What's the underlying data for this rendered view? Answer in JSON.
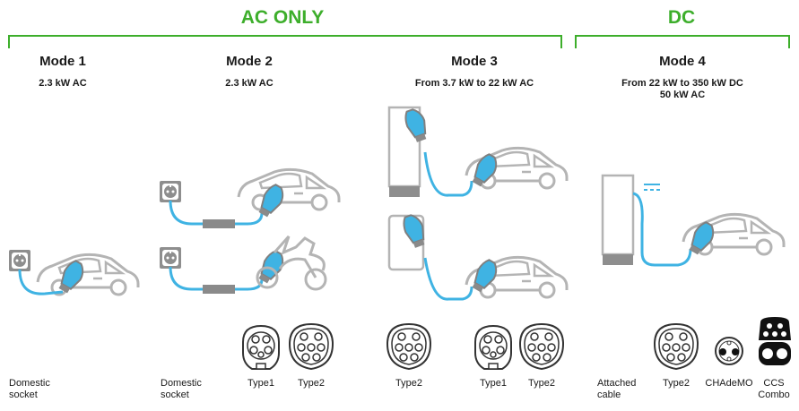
{
  "groups": {
    "ac": {
      "label": "AC ONLY"
    },
    "dc": {
      "label": "DC"
    }
  },
  "modes": [
    {
      "title": "Mode 1",
      "power": [
        "2.3 kW AC"
      ]
    },
    {
      "title": "Mode 2",
      "power": [
        "2.3 kW AC"
      ]
    },
    {
      "title": "Mode 3",
      "power": [
        "From 3.7 kW to 22 kW AC"
      ]
    },
    {
      "title": "Mode 4",
      "power": [
        "From 22 kW to 350 kW DC",
        "50 kW AC"
      ]
    }
  ],
  "captions": {
    "mode1_socket": [
      "Domestic",
      "socket"
    ],
    "mode2_socket": [
      "Domestic",
      "socket"
    ],
    "mode2_type1": "Type1",
    "mode2_type2": "Type2",
    "mode3_type2_a": "Type2",
    "mode3_type1": "Type1",
    "mode3_type2_b": "Type2",
    "mode4_cable": [
      "Attached",
      "cable"
    ],
    "mode4_type2": "Type2",
    "mode4_chademo": "CHAdeMO",
    "mode4_ccs": [
      "CCS",
      "Combo"
    ]
  },
  "colors": {
    "accent_green": "#3dae2b",
    "cable_blue": "#3fb3e3",
    "outline_grey": "#b4b4b4",
    "dark_grey": "#8a8a8a"
  }
}
